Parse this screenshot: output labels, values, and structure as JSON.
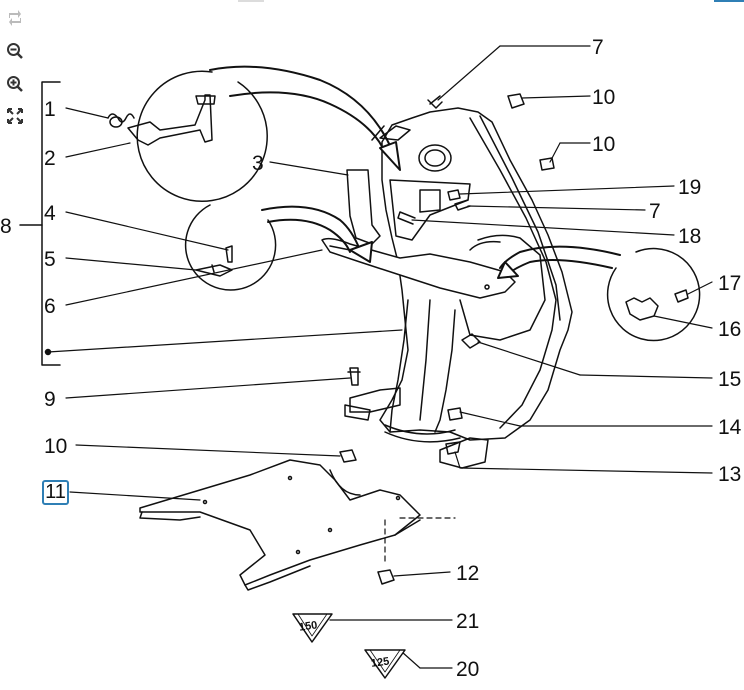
{
  "toolbar": {
    "items": [
      {
        "name": "rotate-icon",
        "enabled": false
      },
      {
        "name": "zoom-out-icon",
        "enabled": true
      },
      {
        "name": "zoom-in-icon",
        "enabled": true
      },
      {
        "name": "fit-to-screen-icon",
        "enabled": true
      }
    ]
  },
  "colors": {
    "highlight_border": "#2f7fb5",
    "line": "#111111",
    "icon": "#333333",
    "icon_disabled": "#bbbbbb"
  },
  "parts": {
    "p1": "1",
    "p2": "2",
    "p3": "3",
    "p4": "4",
    "p5": "5",
    "p6": "6",
    "p7a": "7",
    "p7b": "7",
    "p8": "8",
    "p9": "9",
    "p10a": "10",
    "p10b": "10",
    "p10c": "10",
    "p11": "11",
    "p12": "12",
    "p13": "13",
    "p14": "14",
    "p15": "15",
    "p16": "16",
    "p17": "17",
    "p18": "18",
    "p19": "19",
    "p20": "20",
    "p21": "21"
  },
  "variants": {
    "v150": "150",
    "v125": "125"
  },
  "selected_part": "11"
}
